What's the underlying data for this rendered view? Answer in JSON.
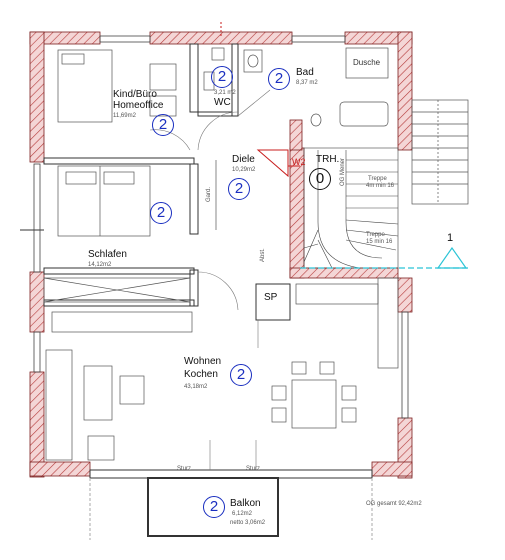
{
  "colors": {
    "wall_fill": "#f4d6d6",
    "wall_hatch": "#b53a3a",
    "number": "#1a2fc0",
    "stair_line": "#2bc4d6",
    "marker": "#c81e1e",
    "ink": "#222222"
  },
  "floor_number": "2",
  "rooms": {
    "kind": {
      "name_line1": "Kind/Büro",
      "name_line2": "Homeoffice",
      "area": "11,69m2"
    },
    "wc": {
      "name": "WC",
      "area": "3,21 m2"
    },
    "bad": {
      "name": "Bad",
      "area": "8,37 m2"
    },
    "dusche": {
      "name": "Dusche"
    },
    "diele": {
      "name": "Diele",
      "area": "10,29m2"
    },
    "schlafen": {
      "name": "Schlafen",
      "area": "14,12m2"
    },
    "wohnen": {
      "name_line1": "Wohnen",
      "name_line2": "Kochen",
      "area": "43,18m2"
    },
    "balkon": {
      "name": "Balkon",
      "area": "6,12m2",
      "net": "netto 3,06m2"
    }
  },
  "labels": {
    "trh": "TRH.",
    "trh_num": "0",
    "w2": "W2",
    "sp": "SP",
    "gard": "Gard.",
    "abst": "Abst.",
    "sturz_left": "Sturz",
    "sturz_right": "Sturz",
    "section_mark": "1",
    "total": "OG gesamt 92,42m2",
    "treppe_upper": "Treppe",
    "treppe_upper_sub": "4m min 16",
    "treppe_lower": "Treppe",
    "treppe_lower_sub": "15 min 16",
    "og_mener": "OG Mener"
  }
}
